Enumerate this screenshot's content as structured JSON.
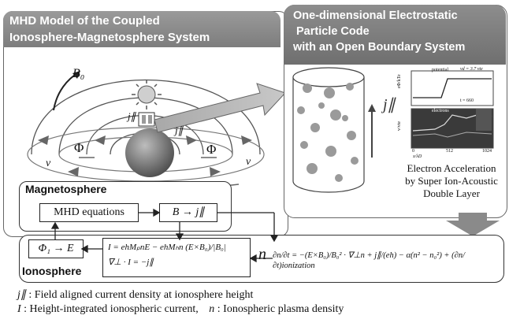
{
  "left_panel": {
    "title_line1": "MHD Model of the Coupled",
    "title_line2": "Ionosphere-Magnetosphere System",
    "labels": {
      "b0": "B₀",
      "j_par_upper": "j∥",
      "j_par_lower": "j∥",
      "phi_left": "Φ",
      "phi_right": "Φ",
      "v_left": "v",
      "v_right": "v"
    }
  },
  "right_panel": {
    "title_line1": "One-dimensional Electrostatic",
    "title_line2": "Particle Code",
    "title_line3": "with an Open Boundary System",
    "j_par": "j∥",
    "inset_top": {
      "title": "potential",
      "param": "vd = 3.7 vte",
      "time": "t = 660",
      "ylabel": "eΦ/kTe"
    },
    "inset_bottom": {
      "title": "electrons",
      "ylabel": "v/vte",
      "xticks": [
        "0",
        "512",
        "1024"
      ],
      "xlabel": "x/λD"
    },
    "caption_line1": "Electron Acceleration",
    "caption_line2": "by Super Ion-Acoustic",
    "caption_line3": "Double Layer"
  },
  "magnetosphere": {
    "label": "Magnetosphere",
    "mhd_box": "MHD equations",
    "mapping": "B → j∥"
  },
  "ionosphere": {
    "label": "Ionosphere",
    "phi_box": "Φ₁ → E",
    "eq_current_line1": "I = ehMₚnE − ehMₕn (E×B₀)/|B₀|",
    "eq_current_line2": "∇⊥ · I = −j∥",
    "n_symbol": "n",
    "eq_continuity": "∂n/∂t = −(E×B₀)/B₀² · ∇⊥n + j∥/(eh) − α(n² − n₀²) + (∂n/∂t)ionization"
  },
  "legend": {
    "line1_sym": "j∥",
    "line1_text": ": Field aligned current density at ionosphere height",
    "line2_sym": "I",
    "line2_text": ": Height-integrated ionospheric current,",
    "line2_sym2": "n",
    "line2_text2": ": Ionospheric plasma density"
  }
}
